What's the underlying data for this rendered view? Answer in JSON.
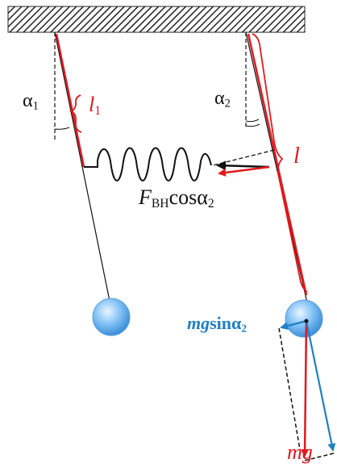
{
  "labels": {
    "alpha1": "α",
    "alpha1_sub": "1",
    "l1": "l",
    "l1_sub": "1",
    "alpha2": "α",
    "alpha2_sub": "2",
    "l": "l",
    "f_sym": "F",
    "f_sub": "BH",
    "f_cos": "cosα",
    "f_cos_sub": "2",
    "mgsin_mg": "mg",
    "mgsin_sin": "sinα",
    "mgsin_sub": "2",
    "mg": "mg"
  },
  "colors": {
    "black": "#111111",
    "red": "#e0191e",
    "blue": "#1f7fc2",
    "sphere": "#6fb6f2",
    "hatch": "#222222"
  }
}
